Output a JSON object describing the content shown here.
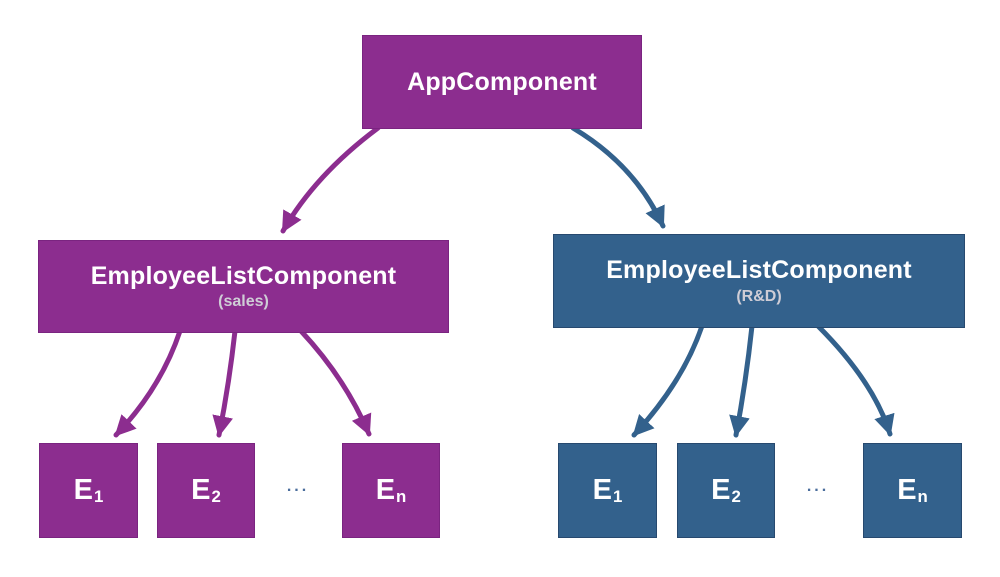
{
  "colors": {
    "purple": "#8c2d8f",
    "purple-border": "#7a2480",
    "blue": "#33618c",
    "blue-border": "#27496f",
    "subtitle": "#cfcdd6",
    "ellipsis": "#4a6d9c",
    "background": "#ffffff",
    "text": "#ffffff"
  },
  "diagram": {
    "root": {
      "label": "AppComponent"
    },
    "branches": [
      {
        "title": "EmployeeListComponent",
        "subtitle": "(sales)"
      },
      {
        "title": "EmployeeListComponent",
        "subtitle": "(R&D)"
      }
    ],
    "left_children": [
      {
        "base": "E",
        "sub": "1"
      },
      {
        "base": "E",
        "sub": "2"
      },
      {
        "base": "E",
        "sub": "n"
      }
    ],
    "right_children": [
      {
        "base": "E",
        "sub": "1"
      },
      {
        "base": "E",
        "sub": "2"
      },
      {
        "base": "E",
        "sub": "n"
      }
    ],
    "left_ellipsis": "...",
    "right_ellipsis": "..."
  }
}
